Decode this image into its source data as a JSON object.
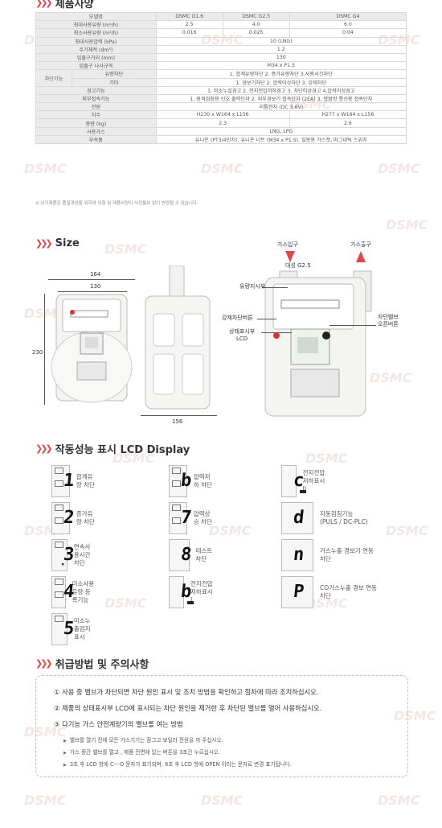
{
  "spec": {
    "title": "제품사양",
    "headers": [
      "모델명",
      "DSMC G1.6",
      "DSMC G2.5",
      "DSMC G4"
    ],
    "rows": [
      {
        "label": "최대사용유량 (m³/h)",
        "values": [
          "2.5",
          "4.0",
          "6.0"
        ]
      },
      {
        "label": "최소사용유량 (m³/h)",
        "values": [
          "0.016",
          "0.025",
          "0.04"
        ]
      },
      {
        "label": "최대사용압력 (kPa)",
        "span": "10 (LNG)"
      },
      {
        "label": "주기체적 (dm³)",
        "span": "1.2"
      },
      {
        "label": "입출구거리 (mm)",
        "span": "130"
      },
      {
        "label": "입출구 나사규격",
        "span": "M34 x P1.5"
      }
    ],
    "cutoff_group": "차단기능",
    "cutoff_rows": [
      {
        "label": "유량차단",
        "span": "1. 합계유량차단   2. 증가유량차단   3.사용시간차단"
      },
      {
        "label": "기타",
        "span": "1. 경보기차단   2. 압력이상차단   3. 강제차단"
      }
    ],
    "rows2": [
      {
        "label": "경고기능",
        "span": "1. 미소누설경고   2. 전지전압저하경고   3. 차단이상경고   4.압력이상경고"
      },
      {
        "label": "외부접속기능",
        "span": "1. 원격검침용 신호 출력단자   2. 외부경보기 접속단자 (2EA)   3. 방범방 통신용 접속단자"
      },
      {
        "label": "전원",
        "span": "리튬전지 (DC 3.6V)"
      }
    ],
    "size_row": {
      "label": "치수",
      "a": "H230 x W164 x L156",
      "b": "H277 x W164 x L156"
    },
    "weight_row": {
      "label": "중량 (kg)",
      "a": "2.3",
      "b": "2.6"
    },
    "rows3": [
      {
        "label": "사용가스",
        "span": "LNG, LPG"
      },
      {
        "label": "부속품",
        "span": "유니온 (PT3/4인치), 유니온 너트 (M34 x P1.5), 밀봉용 가스켓, 마그네틱 스위치"
      }
    ],
    "note": "※ 상기제품은 품질개선을 위하여 외형 및 제품사양이 사전통보 없이 변경될 수 있습니다."
  },
  "size": {
    "title": "Size",
    "dim_164": "164",
    "dim_130": "130",
    "dim_230": "230",
    "dim_156": "156",
    "label_gas_in": "가스입구",
    "label_gas_out": "가스출구",
    "label_flow": "유량지시부",
    "label_force": "강제차단버튼",
    "label_status": "상태표시부\nLCD",
    "label_valve": "차단밸브\n오픈버튼",
    "meter_name": "대성 G2.5"
  },
  "lcd": {
    "title": "작동성능 표시 LCD Display",
    "items": [
      {
        "digit": "1",
        "text": "합계유량 차단"
      },
      {
        "digit": "2",
        "text": "증가유량 차단"
      },
      {
        "digit": "3",
        "text": "연속사용시간 차단"
      },
      {
        "digit": "4",
        "text": "미소사용유량 등록기능"
      },
      {
        "digit": "5",
        "text": "미소누출검지 표시"
      },
      {
        "digit": "b",
        "text": "압력저하 차단"
      },
      {
        "digit": "7",
        "text": "압력상승 차단"
      },
      {
        "digit": "8",
        "text": "테스트차단"
      },
      {
        "digit": "b",
        "text": "전지전압 저하표시 I"
      },
      {
        "digit": "c",
        "text": "전지전압 저하표시 II"
      },
      {
        "digit": "d",
        "text": "자동검침기능\n(PULS / DC-PLC)"
      },
      {
        "digit": "n",
        "text": "가스누출 경보기 연동\n차단"
      },
      {
        "digit": "P",
        "text": "CO가스누출 경보 연동\n차단"
      }
    ]
  },
  "howto": {
    "title": "취급방법 및 주의사항",
    "lines": [
      "① 사용 중 밸브가 차단되면 차단 원인 표시 및 조치 방법을 확인하고 절차에 따라 조치하십시오.",
      "② 제품의 상태표시부 LCD에 표시되는 차단 원인을 제거한 후 차단된 밸브를 열어 사용하십시오.",
      "③ 다기능 가스 안전계량기의 밸브를 여는 방법"
    ],
    "subs": [
      "밸브를 열기 전에 모든 가스기기는 잠그고 보일러 전원을 꺼 주십시오.",
      "가스 중간 밸브를 열고 , 제품 전면에 있는 버튼을 3초간 누르십시오.",
      "3초 후 LCD 창에 C---O 문자가 표기되며, 8초 후 LCD 창에 OPEN 이라는 문자로 변경 표기됩니다."
    ]
  },
  "watermark": "DSMC",
  "colors": {
    "accent": "#e0474c",
    "header_bg": "#ebebeb"
  }
}
